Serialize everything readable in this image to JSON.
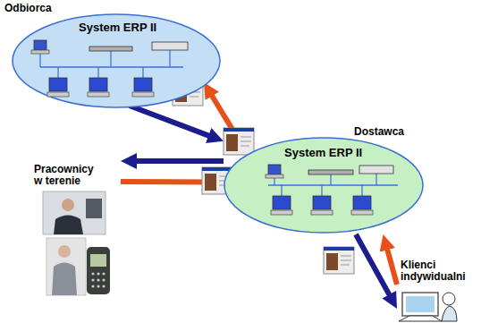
{
  "diagram": {
    "nodes": [
      {
        "text": [
          "Odbiorca",
          "System ERP II"
        ]
      },
      {
        "text": [
          "Dostawca",
          "System ERP II"
        ]
      },
      {
        "text": [
          "Pracownicy w terenie"
        ]
      },
      {
        "text": [
          "Klienci indywidualni"
        ]
      }
    ],
    "edges": [
      {
        "from": 0,
        "to": 1,
        "arrow": "to"
      },
      {
        "from": 1,
        "to": 0,
        "arrow": "to"
      },
      {
        "from": 1,
        "to": 2,
        "arrow": "to"
      },
      {
        "from": 2,
        "to": 1,
        "arrow": "to"
      },
      {
        "from": 1,
        "to": 3,
        "arrow": "to"
      },
      {
        "from": 3,
        "to": 1,
        "arrow": "to"
      }
    ]
  }
}
